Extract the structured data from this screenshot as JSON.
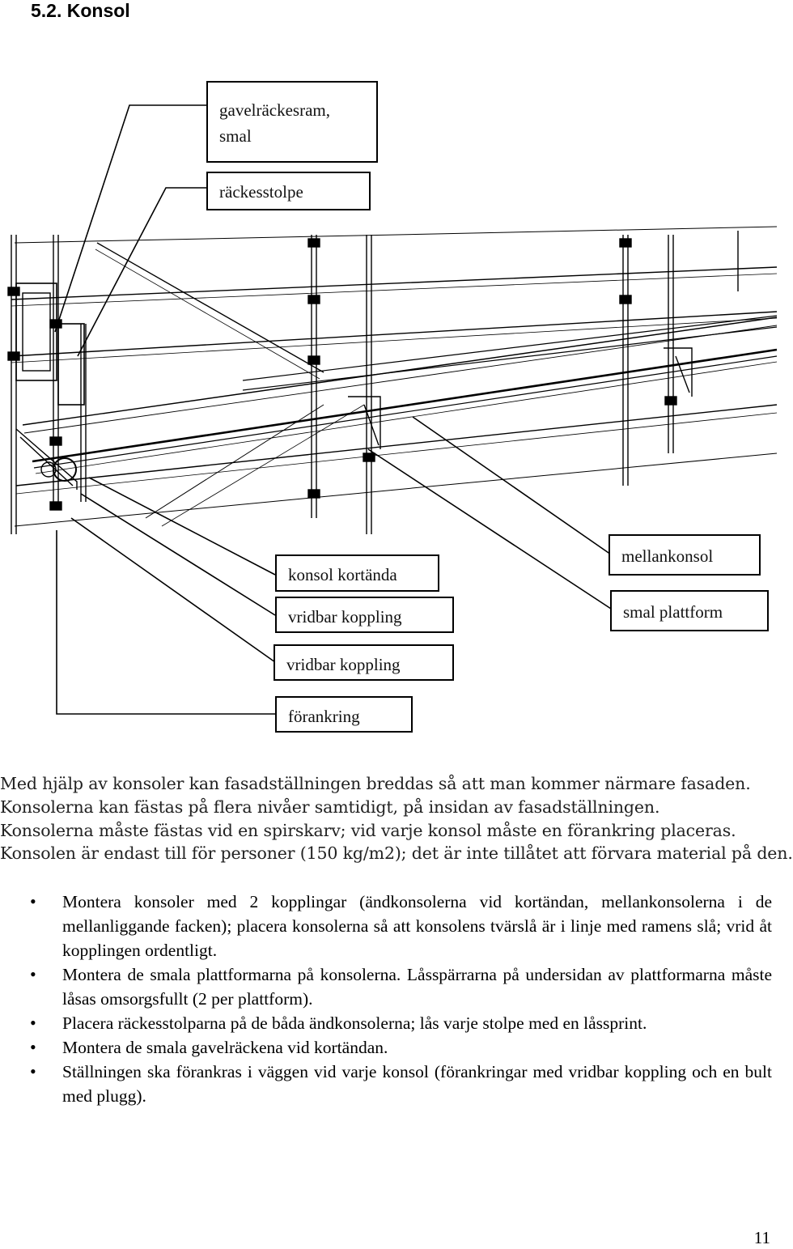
{
  "heading": "5.2. Konsol",
  "labels": {
    "gavelrackesram": "gavelräckesram,\nsmal",
    "rackesstolpe": "räckesstolpe",
    "konsol_kortanda": "konsol kortända",
    "vridbar_koppling_1": "vridbar koppling",
    "vridbar_koppling_2": "vridbar koppling",
    "forankring": "förankring",
    "mellankonsol": "mellankonsol",
    "smal_plattform": "smal plattform"
  },
  "paragraph": [
    "Med hjälp av konsoler kan fasadställningen breddas så att man kommer närmare fasaden.",
    "Konsolerna kan fästas på flera nivåer samtidigt, på insidan av fasadställningen.",
    "Konsolerna måste fästas vid en spirskarv; vid varje konsol måste en förankring placeras.",
    "Konsolen är endast till för personer (150 kg/m2); det är inte tillåtet att förvara material på den."
  ],
  "bullets": [
    "Montera konsoler med 2 kopplingar (ändkonsolerna vid kortändan, mellankonsolerna i de mellanliggande facken); placera konsolerna så att konsolens tvärslå är i linje med ramens slå; vrid åt kopplingen ordentligt.",
    "Montera de smala plattformarna på konsolerna. Låsspärrarna på undersidan av plattformarna måste låsas omsorgsfullt (2 per plattform).",
    "Placera räckesstolparna på de båda ändkonsolerna; lås varje stolpe med en låssprint.",
    "Montera de smala gavelräckena vid kortändan.",
    "Ställningen ska förankras i väggen vid varje konsol (förankringar med vridbar koppling och en bult med plugg)."
  ],
  "page_number": "11"
}
